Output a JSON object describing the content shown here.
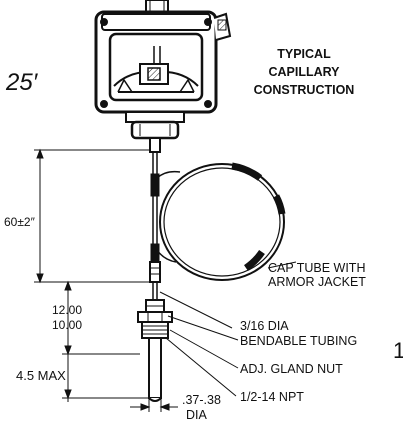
{
  "title": [
    "TYPICAL",
    "CAPILLARY",
    "CONSTRUCTION"
  ],
  "side_text": "25′",
  "side_mark": "1.",
  "dimensions": {
    "length_tolerance": "60±2″",
    "insertion_max": "12.00",
    "insertion_min": "10.00",
    "bulb_max": "4.5 MAX",
    "diameter": ".37-.38",
    "diameter_unit": "DIA"
  },
  "callouts": {
    "cap_tube": [
      "CAP TUBE WITH",
      "ARMOR JACKET"
    ],
    "tubing": [
      "3/16 DIA",
      "BENDABLE TUBING"
    ],
    "gland_nut": "ADJ. GLAND NUT",
    "npt": "1/2-14 NPT"
  }
}
